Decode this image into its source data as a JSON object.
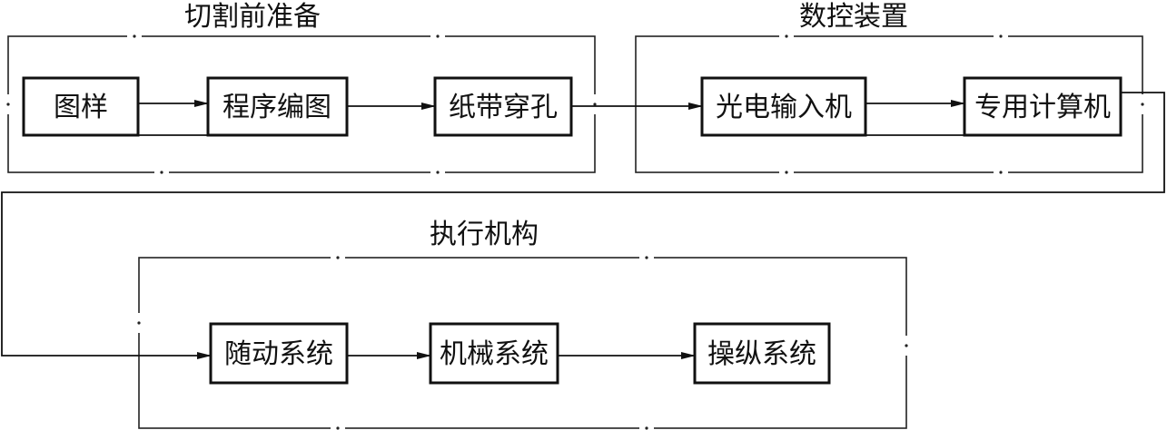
{
  "groups": {
    "prep": {
      "title": "切割前准备"
    },
    "control": {
      "title": "数控装置"
    },
    "execution": {
      "title": "执行机构"
    }
  },
  "nodes": {
    "drawing": "图样",
    "programming": "程序编图",
    "tape_punching": "纸带穿孔",
    "photo_reader": "光电输入机",
    "computer": "专用计算机",
    "servo": "随动系统",
    "mechanical": "机械系统",
    "operation": "操纵系统"
  },
  "colors": {
    "line": "#111111",
    "frame": "#222222",
    "background": "#ffffff"
  }
}
